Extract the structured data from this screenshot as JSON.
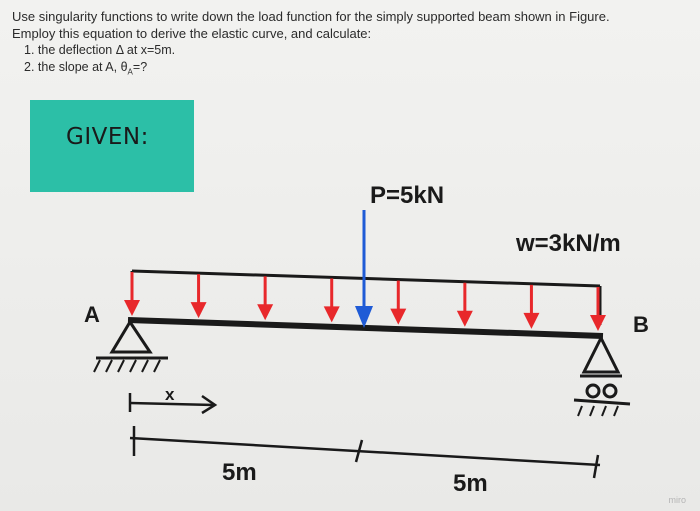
{
  "problem": {
    "line1": "Use singularity functions to write down the load function for the simply supported beam shown in Figure.",
    "line2": "Employ this equation to derive the elastic curve, and calculate:",
    "item1": "1. the deflection Δ at x=5m.",
    "item2_prefix": "2. the slope at A, θ",
    "item2_sub": "A",
    "item2_suffix": "=?"
  },
  "given_label": "GIVEN:",
  "diagram": {
    "point_load": "P=5kN",
    "distributed_load": "w=3kN/m",
    "support_a": "A",
    "support_b": "B",
    "x_label": "x",
    "span_left": "5m",
    "span_right": "5m",
    "load_arrow_count": 8,
    "colors": {
      "udl_arrow": "#e8282b",
      "point_arrow": "#1f5bd6",
      "beam": "#1a1a1a"
    }
  },
  "watermark": "miro"
}
